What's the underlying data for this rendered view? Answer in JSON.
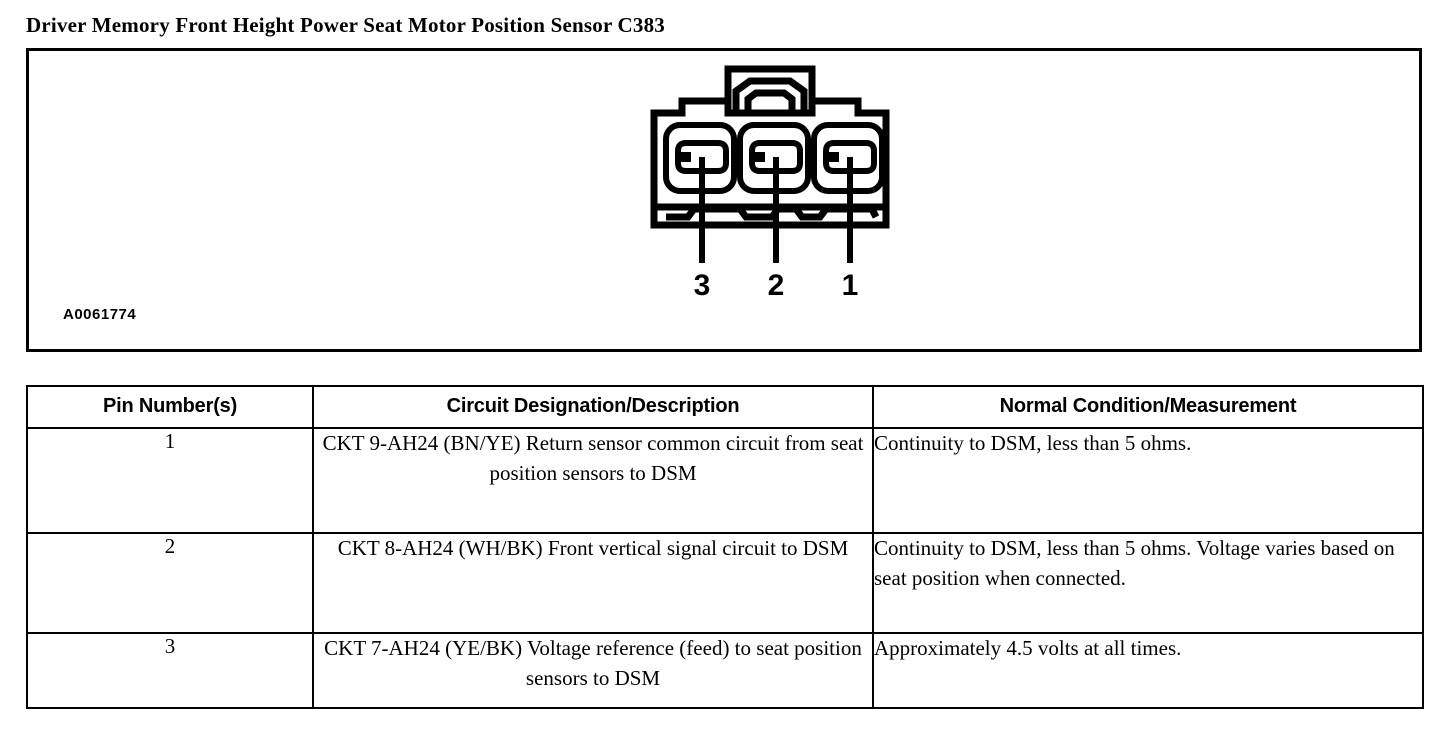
{
  "document": {
    "title": "Driver Memory Front Height Power Seat Motor Position Sensor C383"
  },
  "figure": {
    "id_label": "A0061774",
    "connector": {
      "description": "3-cavity connector face view with locking tab at top",
      "pin_callouts": [
        {
          "label": "3"
        },
        {
          "label": "2"
        },
        {
          "label": "1"
        }
      ]
    }
  },
  "table": {
    "headers": [
      "Pin Number(s)",
      "Circuit Designation/Description",
      "Normal Condition/Measurement"
    ],
    "rows": [
      {
        "pin": "1",
        "circuit": "CKT 9-AH24 (BN/YE) Return sensor common circuit from seat position sensors to DSM",
        "normal": "Continuity to DSM, less than 5 ohms."
      },
      {
        "pin": "2",
        "circuit": "CKT 8-AH24 (WH/BK) Front vertical signal circuit to DSM",
        "normal": "Continuity to DSM, less than 5 ohms. Voltage varies based on seat position when connected."
      },
      {
        "pin": "3",
        "circuit": "CKT 7-AH24 (YE/BK) Voltage reference (feed) to seat position sensors to DSM",
        "normal": "Approximately 4.5 volts at all times."
      }
    ]
  },
  "colors": {
    "ink": "#000000",
    "page": "#ffffff"
  }
}
